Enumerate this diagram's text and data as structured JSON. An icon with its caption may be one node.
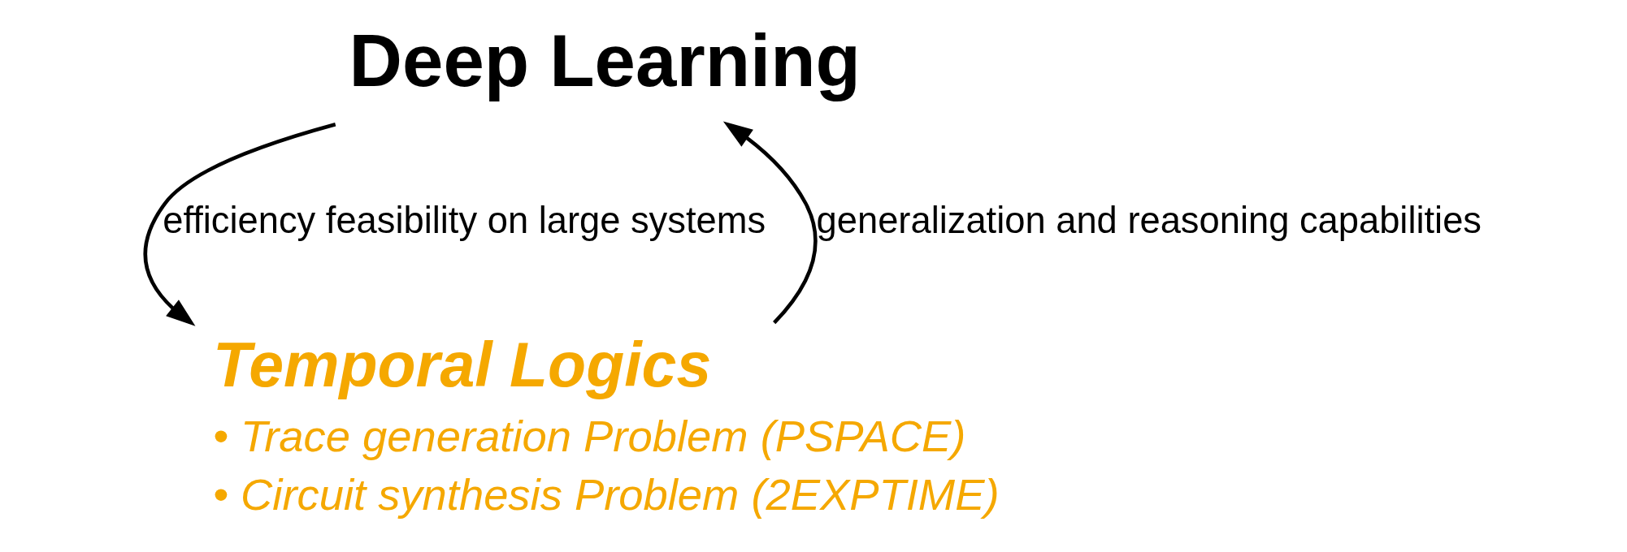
{
  "diagram": {
    "nodes": [
      {
        "text": [
          "Deep Learning"
        ]
      },
      {
        "text": [
          "Temporal Logics",
          "• Trace generation Problem (PSPACE)",
          "• Circuit synthesis Problem (2EXPTIME)"
        ]
      }
    ],
    "edges": [
      {
        "from": 0,
        "to": 1,
        "arrow": "to",
        "label": "efficiency feasibility on large systems"
      },
      {
        "from": 1,
        "to": 0,
        "arrow": "to",
        "label": "generalization and reasoning capabilities"
      }
    ]
  }
}
